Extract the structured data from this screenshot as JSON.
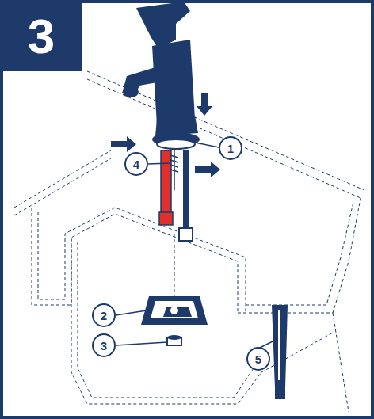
{
  "diagram": {
    "nodes": [
      {
        "text": [
          "3"
        ]
      },
      {
        "text": [
          "1"
        ]
      },
      {
        "text": [
          "4"
        ]
      },
      {
        "text": [
          "2"
        ]
      },
      {
        "text": [
          "3"
        ]
      },
      {
        "text": [
          "5"
        ]
      }
    ]
  }
}
